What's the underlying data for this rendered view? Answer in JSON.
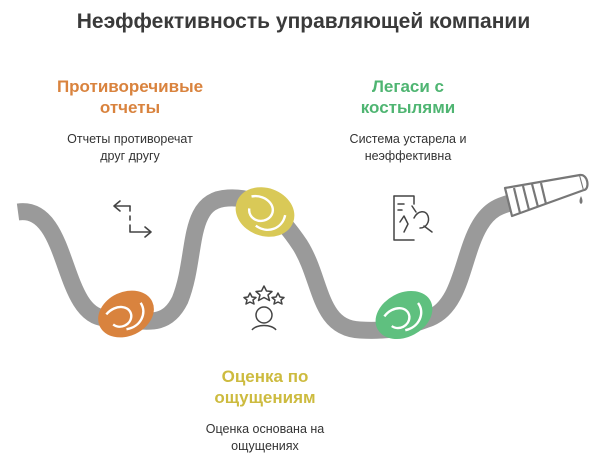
{
  "title": "Неэффективность управляющей компании",
  "colors": {
    "hose": "#9a9a9a",
    "orange": "#d9833e",
    "yellow": "#d9c957",
    "green": "#5fc07f",
    "text": "#333333"
  },
  "items": [
    {
      "heading": [
        "Противоречивые",
        "отчеты"
      ],
      "description": [
        "Отчеты противоречат",
        "друг другу"
      ],
      "icon": "arrows-swap-icon"
    },
    {
      "heading": [
        "Оценка по",
        "ощущениям"
      ],
      "description": [
        "Оценка основана на",
        "ощущениях"
      ],
      "icon": "rating-stars-person-icon"
    },
    {
      "heading": [
        "Легаси с",
        "костылями"
      ],
      "description": [
        "Система устарела и",
        "неэффективна"
      ],
      "icon": "broken-document-icon"
    }
  ]
}
